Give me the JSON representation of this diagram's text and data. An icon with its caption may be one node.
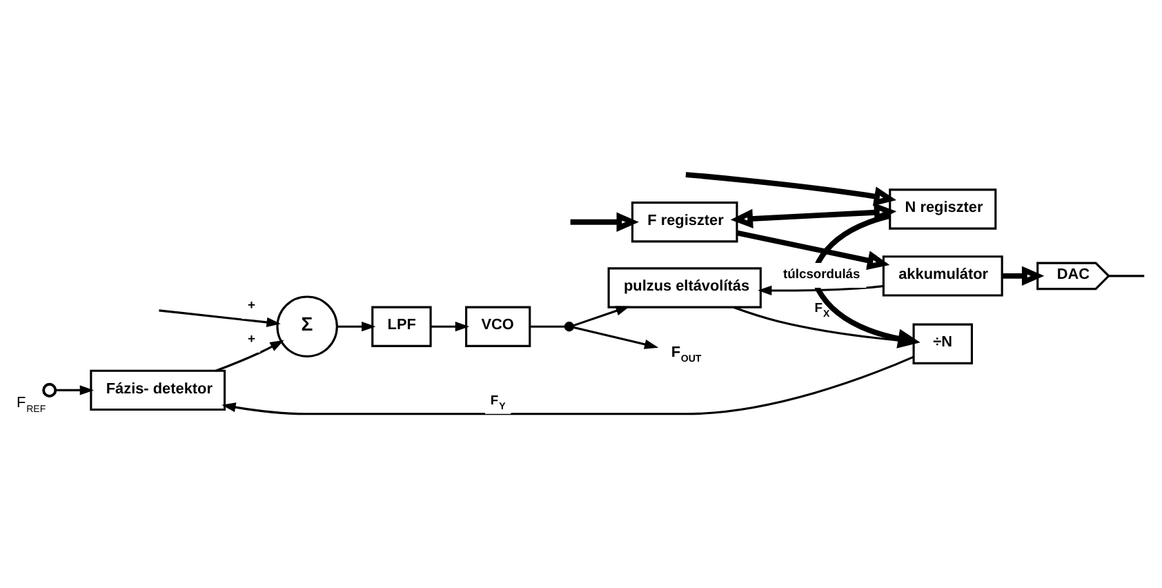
{
  "diagram": {
    "nodes": [
      {
        "text": [],
        "shape": "circle",
        "beside": [
          "F$_{REF}$"
        ]
      },
      {
        "text": [
          "Fázis- detektor"
        ]
      },
      {
        "text": [
          "Σ"
        ]
      },
      {
        "text": [
          "LPF"
        ]
      },
      {
        "text": [
          "VCO"
        ]
      },
      {
        "text": [],
        "shape": "dot"
      },
      {
        "text": [
          "F$_{OUT}$"
        ]
      },
      {
        "text": [
          "÷N"
        ]
      },
      {
        "text": [
          "pulzus eltávolítás"
        ]
      },
      {
        "text": [
          "N regiszter"
        ]
      },
      {
        "text": [
          "F regiszter"
        ]
      },
      {
        "text": [
          "akkumulátor"
        ]
      },
      {
        "text": [
          "DAC"
        ]
      }
    ],
    "edges": [
      {
        "from": 0,
        "to": 1,
        "arrow": "to"
      },
      {
        "from": 7,
        "to": 1,
        "arrow": "to",
        "label": "F$_{Y}$"
      },
      {
        "from": 1,
        "to": 2,
        "arrow": "to",
        "label": "+"
      },
      {
        "from": null,
        "to": 2,
        "arrow": "to",
        "label": "+"
      },
      {
        "from": 2,
        "to": 3,
        "arrow": "to"
      },
      {
        "from": 3,
        "to": 4,
        "arrow": "to"
      },
      {
        "from": 4,
        "to": 5,
        "arrow": "none"
      },
      {
        "from": 5,
        "to": 6,
        "arrow": "to"
      },
      {
        "from": 5,
        "to": 8,
        "arrow": "to"
      },
      {
        "from": 8,
        "to": 7,
        "arrow": "to",
        "label": "F$_{X}$"
      },
      {
        "from": 11,
        "to": 8,
        "arrow": "to",
        "label": "túlcsordulás"
      },
      {
        "from": 9,
        "to": 7,
        "arrow": "to",
        "style": "thick"
      },
      {
        "from": 10,
        "to": 11,
        "arrow": "to",
        "style": "thick"
      },
      {
        "from": 11,
        "to": 12,
        "arrow": "to",
        "style": "thick"
      },
      {
        "from": 12,
        "to": null,
        "arrow": "none"
      },
      {
        "from": null,
        "to": 9,
        "arrow": "to",
        "style": "thick"
      },
      {
        "from": 9,
        "to": 10,
        "arrow": "both",
        "style": "thick"
      },
      {
        "from": null,
        "to": 10,
        "arrow": "to",
        "style": "thick"
      }
    ]
  }
}
